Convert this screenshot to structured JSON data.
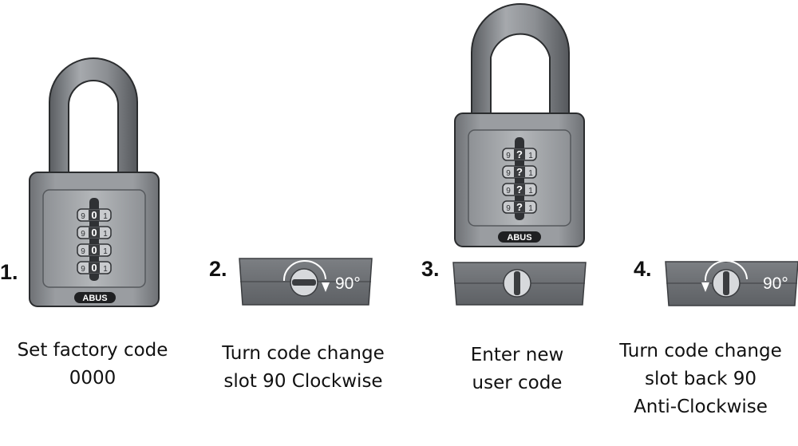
{
  "brand": "ABUS",
  "steps": [
    {
      "number": "1.",
      "caption": [
        "Set factory code",
        "0000"
      ],
      "wheel_digits": [
        "9",
        "0",
        "1"
      ]
    },
    {
      "number": "2.",
      "caption": [
        "Turn code change",
        "slot 90 Clockwise"
      ],
      "angle": "90°",
      "rotation": "clockwise"
    },
    {
      "number": "3.",
      "caption": [
        "Enter new",
        "user code"
      ],
      "wheel_digits": [
        "9",
        "?",
        "1"
      ]
    },
    {
      "number": "4.",
      "caption": [
        "Turn code change",
        "slot back 90",
        "Anti-Clockwise"
      ],
      "angle": "90°",
      "rotation": "anti-clockwise"
    }
  ],
  "colors": {
    "lock_body": "#8a8d92",
    "lock_body_dark": "#3b3d40",
    "shackle": "#7b7e82",
    "plate": "#6f7276",
    "slot_disc": "#d7d9dc",
    "text": "#111111"
  }
}
